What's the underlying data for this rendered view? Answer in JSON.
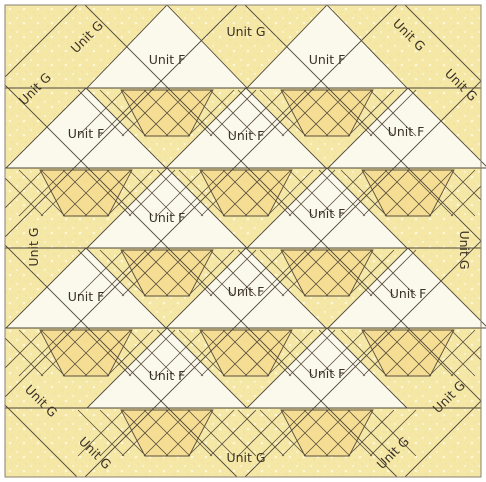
{
  "colors": {
    "background_yellow": "#f5e7a6",
    "unit_f_cream": "#fbf8ec",
    "basket_yellow": "#f5dd93",
    "basket_lattice": "#5a4f3c",
    "seam_line": "#4a4438",
    "label_text": "#3a3226"
  },
  "labels": {
    "g_top_left_1": "Unit G",
    "g_top_left_2": "Unit G",
    "g_top_center": "Unit G",
    "g_top_right_1": "Unit G",
    "g_top_right_2": "Unit G",
    "g_left_middle": "Unit G",
    "g_right_middle": "Unit G",
    "g_bottom_left_1": "Unit G",
    "g_bottom_left_2": "Unit G",
    "g_bottom_center": "Unit G",
    "g_bottom_right_1": "Unit G",
    "g_bottom_right_2": "Unit G",
    "f_row1_left": "Unit F",
    "f_row1_right": "Unit F",
    "f_row2_left": "Unit F",
    "f_row2_center": "Unit F",
    "f_row2_right": "Unit F",
    "f_row3_left": "Unit F",
    "f_row3_right": "Unit F",
    "f_row4_left": "Unit F",
    "f_row4_center": "Unit F",
    "f_row4_right": "Unit F",
    "f_row5_left": "Unit F",
    "f_row5_right": "Unit F"
  }
}
